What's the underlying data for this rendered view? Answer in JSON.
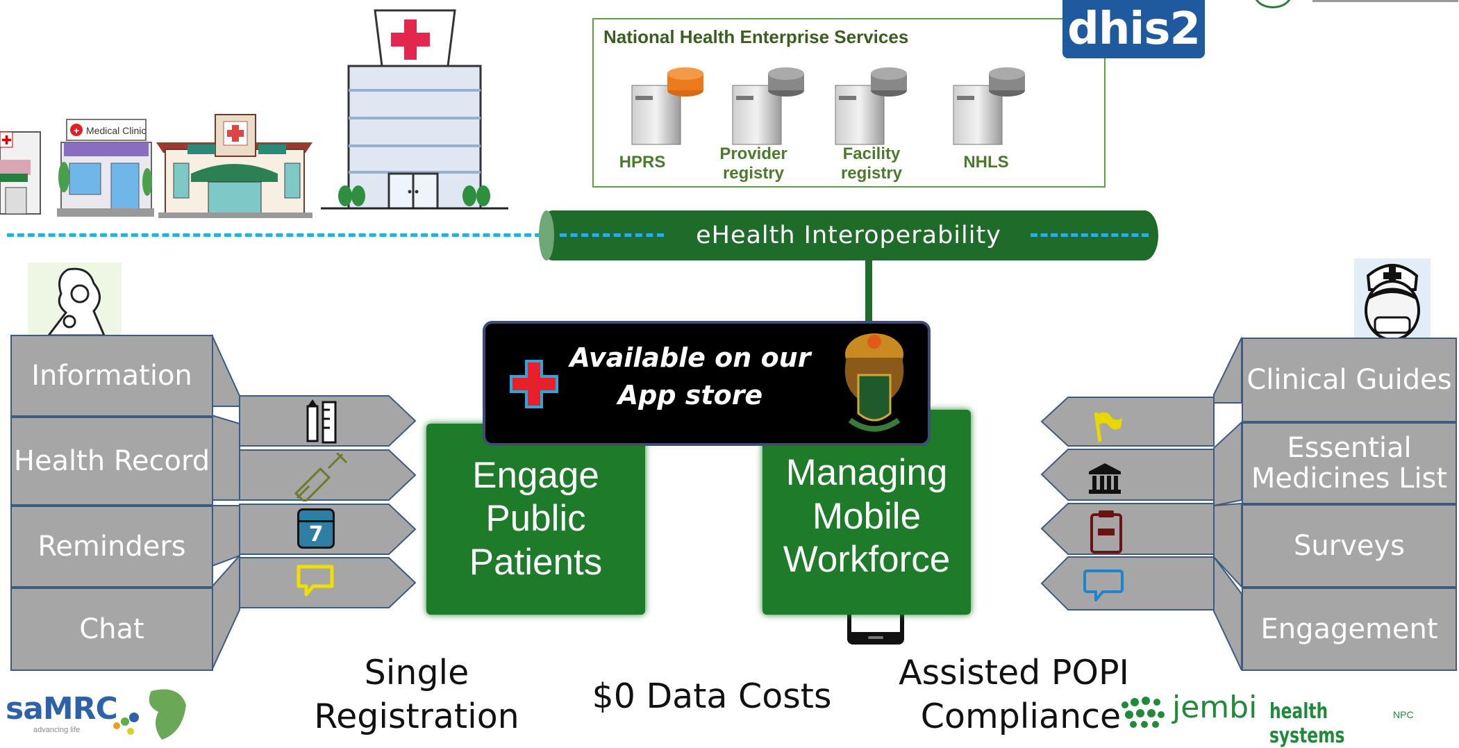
{
  "services": {
    "title": "National Health Enterprise Services",
    "items": [
      {
        "label": "HPRS"
      },
      {
        "label": "Provider registry"
      },
      {
        "label": "Facility registry"
      },
      {
        "label": "NHLS"
      }
    ]
  },
  "dhis2_logo": "dhis2",
  "bus_label": "eHealth Interoperability",
  "app_store": {
    "line1": "Available on our",
    "line2": "App store"
  },
  "left_menu": [
    "Information",
    "Health Record",
    "Reminders",
    "Chat"
  ],
  "left_icons": [
    "pencil-ruler-icon",
    "syringe-icon",
    "calendar-icon",
    "chat-bubble-icon"
  ],
  "calendar_day": "7",
  "engage_box": {
    "line1": "Engage",
    "line2": "Public",
    "line3": "Patients"
  },
  "managing_box": {
    "line1": "Managing",
    "line2": "Mobile",
    "line3": "Workforce"
  },
  "right_menu": [
    "Clinical Guides",
    "Essential Medicines List",
    "Surveys",
    "Engagement"
  ],
  "right_icons": [
    "flag-icon",
    "bank-icon",
    "clipboard-icon",
    "chat-bubble-icon"
  ],
  "bottom": {
    "single_registration": [
      "Single",
      "Registration"
    ],
    "data_costs": "$0 Data Costs",
    "popi": [
      "Assisted POPI",
      "Compliance"
    ]
  },
  "logos": {
    "samrc": "saMRC",
    "samrc_tag": "advancing life",
    "jembi": "jembi",
    "jembi_sub": "health systems",
    "jembi_npc": "NPC"
  },
  "clinic_sign": "Medical Clinic",
  "colors": {
    "green": "#1e7b2a",
    "gray": "#a6a6a6",
    "cyan": "#29aee0",
    "dark_navy": "#3d5a80"
  }
}
